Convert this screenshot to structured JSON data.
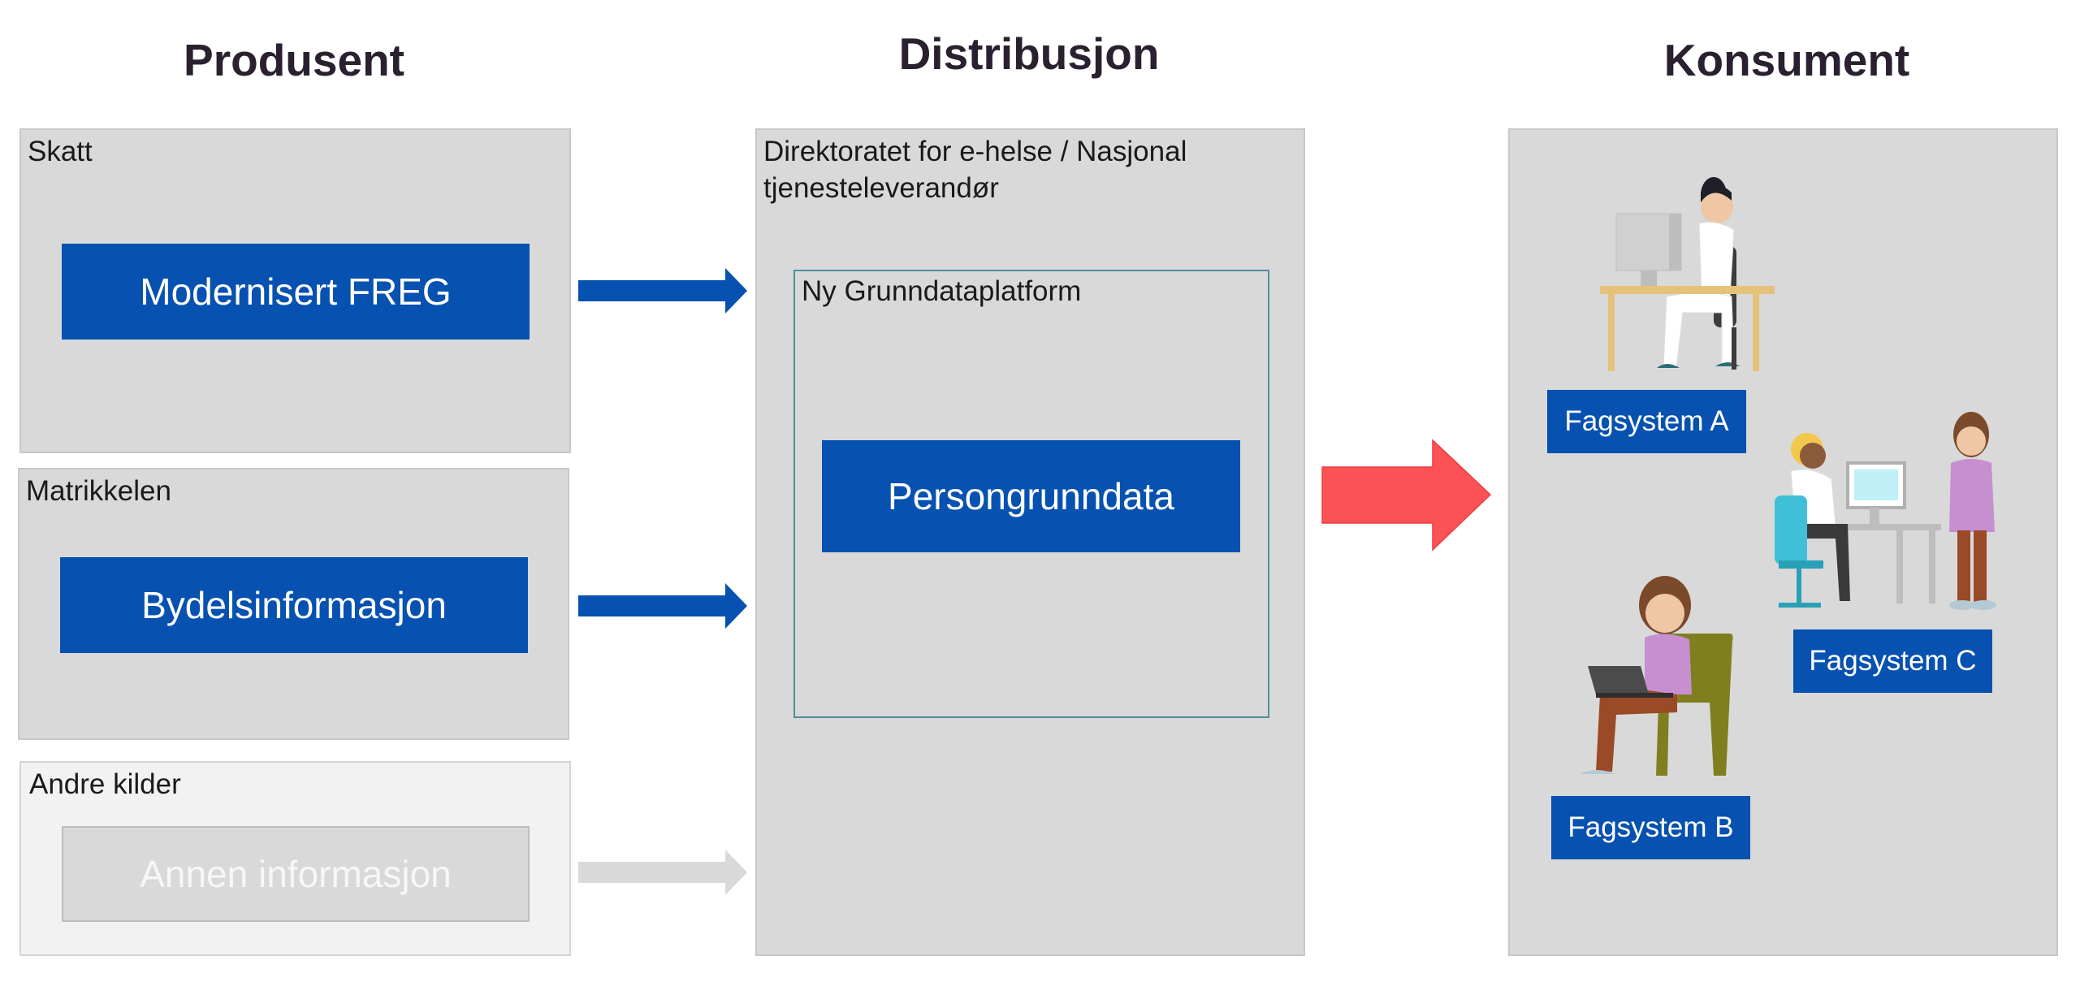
{
  "headers": {
    "producer": "Produsent",
    "distribution": "Distribusjon",
    "consumer": "Konsument"
  },
  "producer": {
    "skatt": {
      "label": "Skatt",
      "box": "Modernisert FREG"
    },
    "matrikkelen": {
      "label": "Matrikkelen",
      "box": "Bydelsinformasjon"
    },
    "andre": {
      "label": "Andre kilder",
      "box": "Annen informasjon"
    }
  },
  "distribution": {
    "label_line1": "Direktoratet  for e-helse  / Nasjonal",
    "label_line2": "tjenesteleverandør",
    "platform_label": "Ny Grunndataplatform",
    "box": "Persongrunndata"
  },
  "consumer": {
    "systems": [
      "Fagsystem A",
      "Fagsystem B",
      "Fagsystem C"
    ]
  },
  "colors": {
    "blue": "#0751b0",
    "red_arrow": "#fd5255",
    "grey_arrow": "#d9d9d9",
    "panel": "#d9d9d9"
  },
  "icons": [
    "person-at-desk-icon",
    "person-with-laptop-icon",
    "people-at-computer-icon"
  ]
}
